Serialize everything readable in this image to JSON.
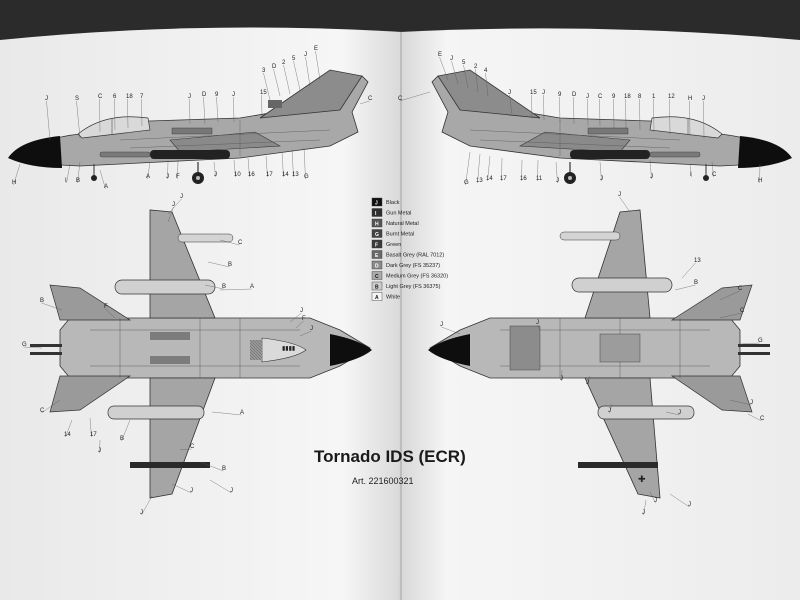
{
  "title": "Tornado IDS (ECR)",
  "article": "Art. 221600321",
  "legend": [
    {
      "code": "J",
      "label": "Black",
      "swatch": "#111111",
      "text": "#ffffff"
    },
    {
      "code": "I",
      "label": "Gun Metal",
      "swatch": "#2e2e2e",
      "text": "#ffffff"
    },
    {
      "code": "H",
      "label": "Natural Metal",
      "swatch": "#555555",
      "text": "#ffffff"
    },
    {
      "code": "G",
      "label": "Burnt Metal",
      "swatch": "#444444",
      "text": "#ffffff"
    },
    {
      "code": "F",
      "label": "Green",
      "swatch": "#3a3a3a",
      "text": "#ffffff"
    },
    {
      "code": "E",
      "label": "Basalt Grey (RAL 7012)",
      "swatch": "#6a6a6a",
      "text": "#ffffff"
    },
    {
      "code": "D",
      "label": "Dark Grey (FS 35237)",
      "swatch": "#8a8a8a",
      "text": "#ffffff"
    },
    {
      "code": "C",
      "label": "Medium Grey (FS 36320)",
      "swatch": "#aaaaaa",
      "text": "#111111"
    },
    {
      "code": "B",
      "label": "Light Grey (FS 36375)",
      "swatch": "#cccccc",
      "text": "#111111"
    },
    {
      "code": "A",
      "label": "White",
      "swatch": "#f4f4f4",
      "text": "#111111"
    }
  ],
  "callouts": {
    "side_left_top": [
      "J",
      "S",
      "C",
      "6",
      "18",
      "7",
      "J",
      "D",
      "9",
      "J",
      "15",
      "3",
      "D",
      "2",
      "5",
      "J",
      "E",
      "C"
    ],
    "side_left_bottom": [
      "H",
      "I",
      "B",
      "A",
      "A",
      "J",
      "F",
      "J",
      "10",
      "16",
      "17",
      "14",
      "13",
      "G"
    ],
    "side_right_top": [
      "C",
      "E",
      "J",
      "5",
      "2",
      "4",
      "J",
      "15",
      "J",
      "9",
      "D",
      "J",
      "C",
      "9",
      "18",
      "8",
      "1",
      "12",
      "H",
      "J"
    ],
    "side_right_bottom": [
      "G",
      "13",
      "14",
      "17",
      "16",
      "11",
      "J",
      "J",
      "J",
      "I",
      "C",
      "H"
    ],
    "top_view": [
      "J",
      "J",
      "C",
      "B",
      "B",
      "A",
      "B",
      "F",
      "G",
      "C",
      "14",
      "17",
      "J",
      "B",
      "C",
      "A",
      "B",
      "J",
      "F",
      "J",
      "J",
      "J",
      "J"
    ],
    "bottom_view": [
      "J",
      "13",
      "C",
      "B",
      "C",
      "G",
      "J",
      "J",
      "J",
      "J",
      "J",
      "J",
      "J",
      "C",
      "J",
      "J",
      "J"
    ]
  }
}
